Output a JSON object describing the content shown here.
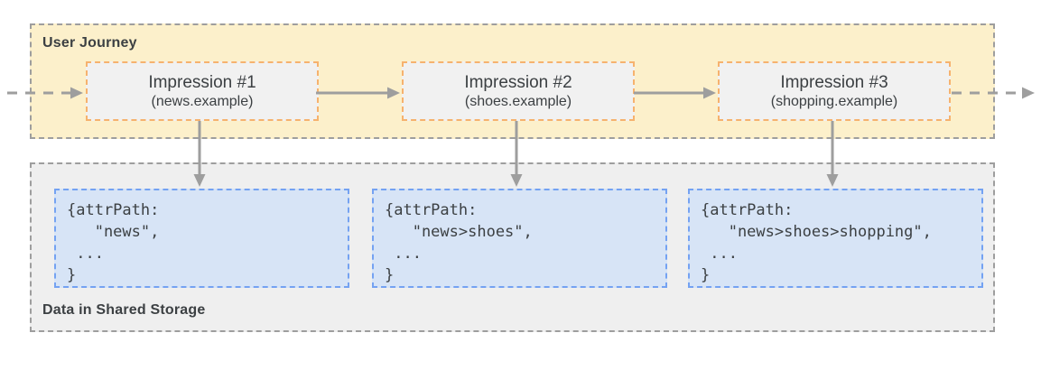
{
  "journey": {
    "label": "User Journey",
    "impressions": [
      {
        "title": "Impression #1",
        "site": "(news.example)"
      },
      {
        "title": "Impression #2",
        "site": "(shoes.example)"
      },
      {
        "title": "Impression #3",
        "site": "(shopping.example)"
      }
    ]
  },
  "storage": {
    "label": "Data in Shared Storage",
    "entries": [
      {
        "lines": [
          "{attrPath:",
          "   \"news\",",
          " ...",
          "}"
        ]
      },
      {
        "lines": [
          "{attrPath:",
          "   \"news>shoes\",",
          " ...",
          "}"
        ]
      },
      {
        "lines": [
          "{attrPath:",
          "   \"news>shoes>shopping\",",
          " ...",
          "}"
        ]
      }
    ]
  },
  "colors": {
    "journey_fill": "#fcf0cb",
    "journey_border": "#9e9e9e",
    "impression_fill": "#f1f1f1",
    "impression_border": "#f6b26e",
    "storage_fill": "#efefef",
    "storage_border": "#9e9e9e",
    "data_fill": "#d7e4f6",
    "data_border": "#74a2f2",
    "arrow": "#9e9e9e",
    "text": "#3c4043"
  }
}
